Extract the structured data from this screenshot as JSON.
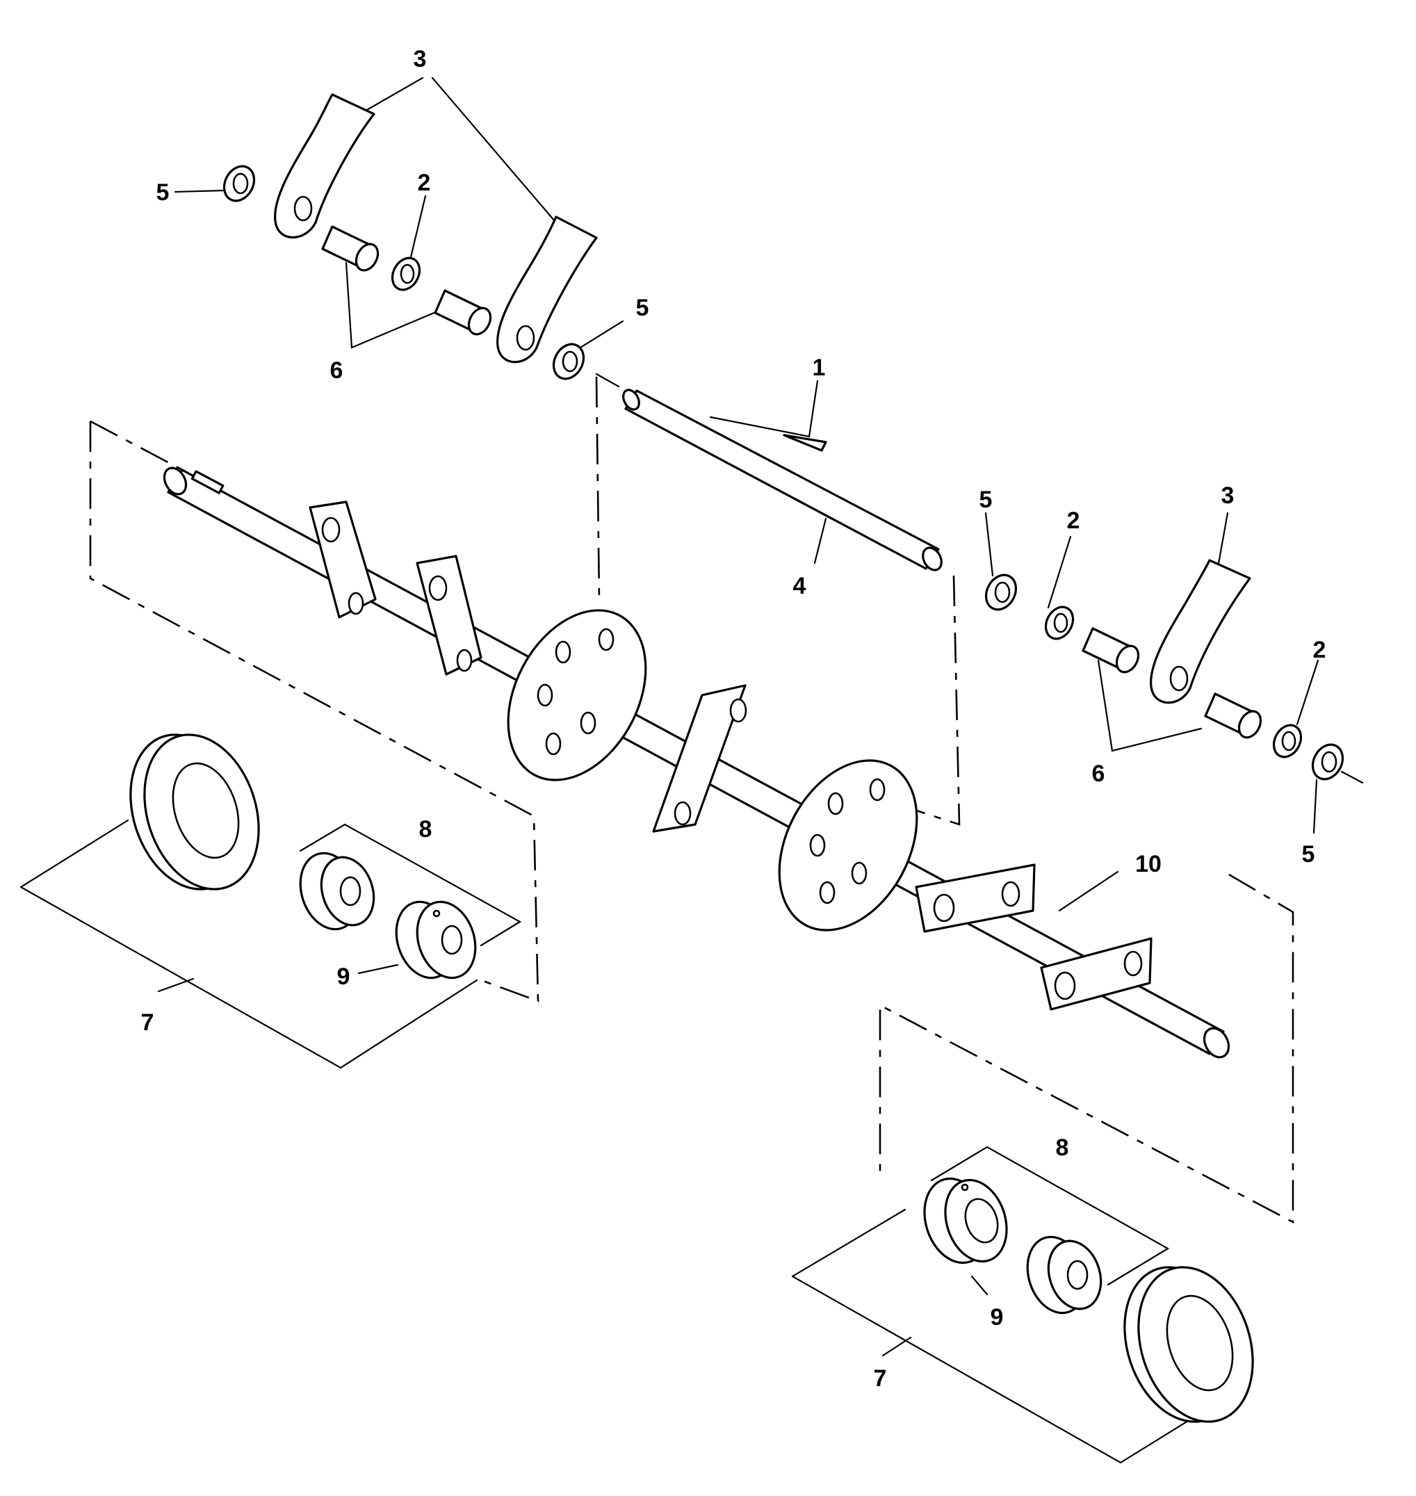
{
  "callouts": [
    {
      "id": "c3a",
      "text": "3"
    },
    {
      "id": "c5a",
      "text": "5"
    },
    {
      "id": "c2a",
      "text": "2"
    },
    {
      "id": "c5b",
      "text": "5"
    },
    {
      "id": "c6a",
      "text": "6"
    },
    {
      "id": "c1",
      "text": "1"
    },
    {
      "id": "c4",
      "text": "4"
    },
    {
      "id": "c5c",
      "text": "5"
    },
    {
      "id": "c2b",
      "text": "2"
    },
    {
      "id": "c3b",
      "text": "3"
    },
    {
      "id": "c2c",
      "text": "2"
    },
    {
      "id": "c6b",
      "text": "6"
    },
    {
      "id": "c5d",
      "text": "5"
    },
    {
      "id": "c8a",
      "text": "8"
    },
    {
      "id": "c10",
      "text": "10"
    },
    {
      "id": "c9a",
      "text": "9"
    },
    {
      "id": "c7a",
      "text": "7"
    },
    {
      "id": "c8b",
      "text": "8"
    },
    {
      "id": "c9b",
      "text": "9"
    },
    {
      "id": "c7b",
      "text": "7"
    }
  ]
}
